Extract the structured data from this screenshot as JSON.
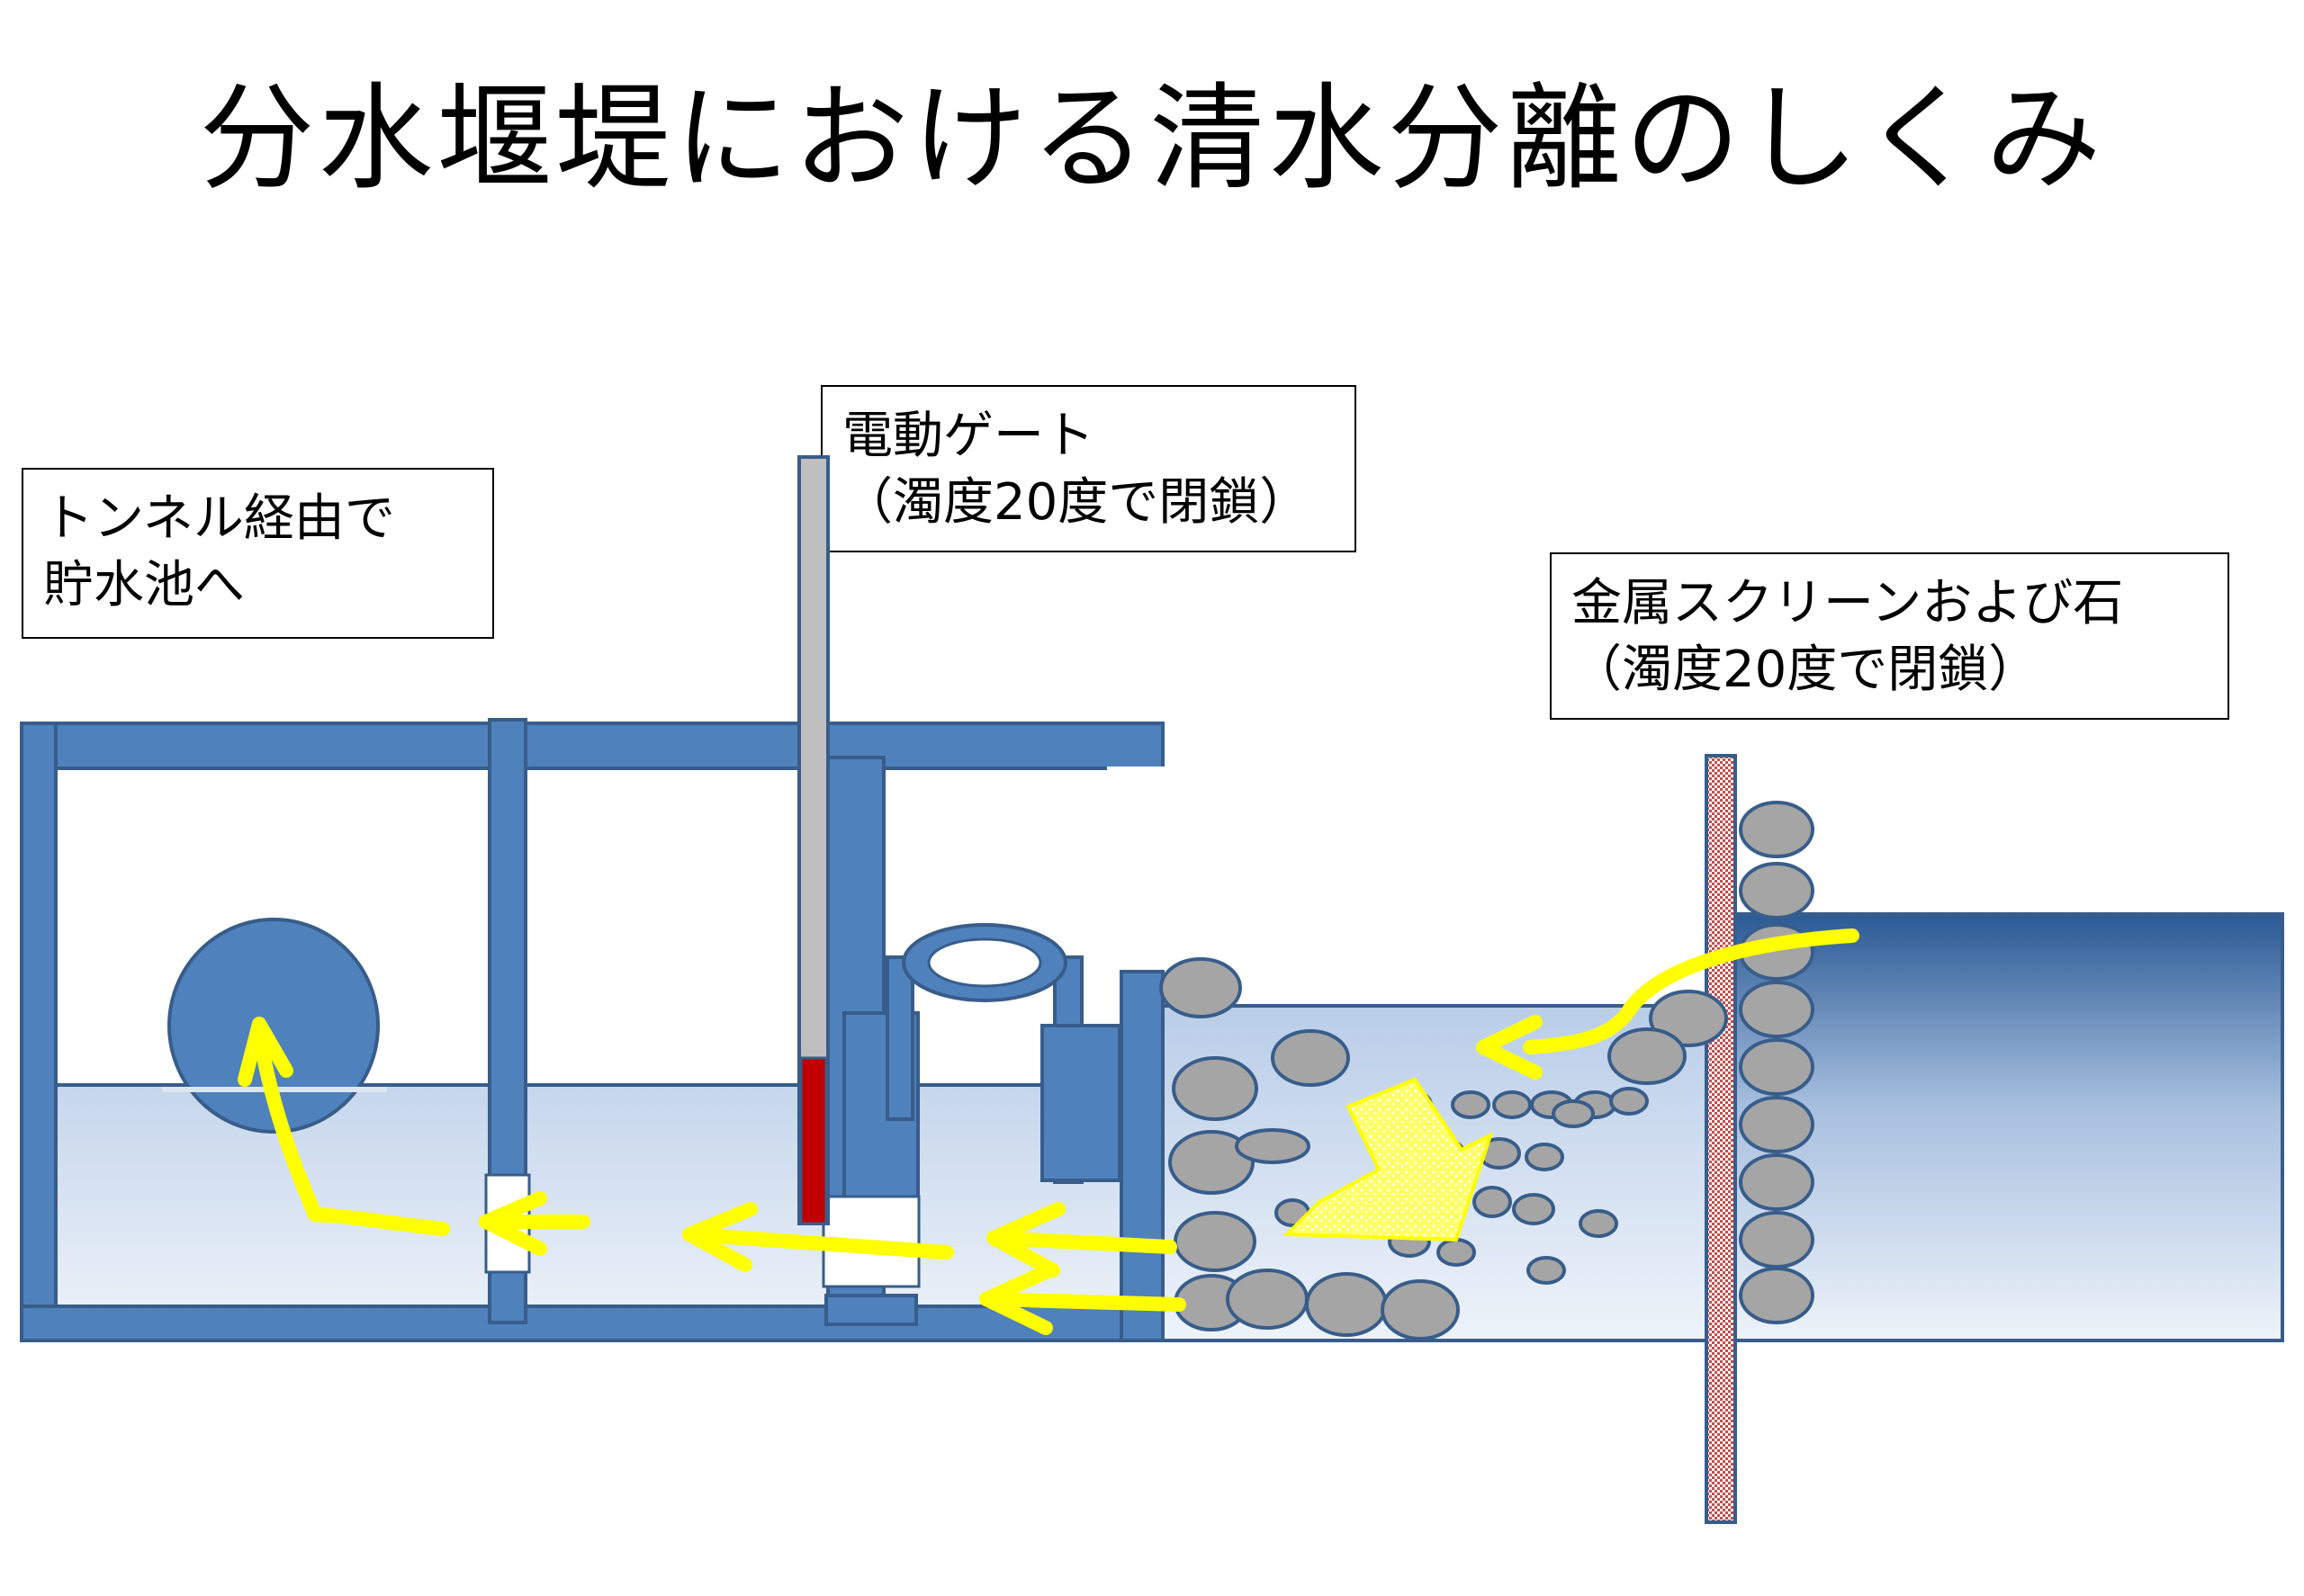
{
  "title": "分水堰堤における清水分離のしくみ",
  "labels": {
    "tunnel": {
      "line1": "トンネル経由で",
      "line2": "貯水池へ"
    },
    "gate": {
      "line1": "電動ゲート",
      "line2": "（濁度20度で閉鎖）"
    },
    "screen": {
      "line1": "金属スクリーンおよび石",
      "line2": "（濁度20度で閉鎖）"
    }
  },
  "colors": {
    "structure": "#4f81bd",
    "structure_stroke": "#385d8a",
    "water_light": "#dce6f2",
    "water_dark": "#1f497d",
    "stone": "#a5a5a5",
    "arrow": "#ffff00",
    "gate_bar": "#c00000",
    "gate_rod": "#bfbfbf"
  }
}
